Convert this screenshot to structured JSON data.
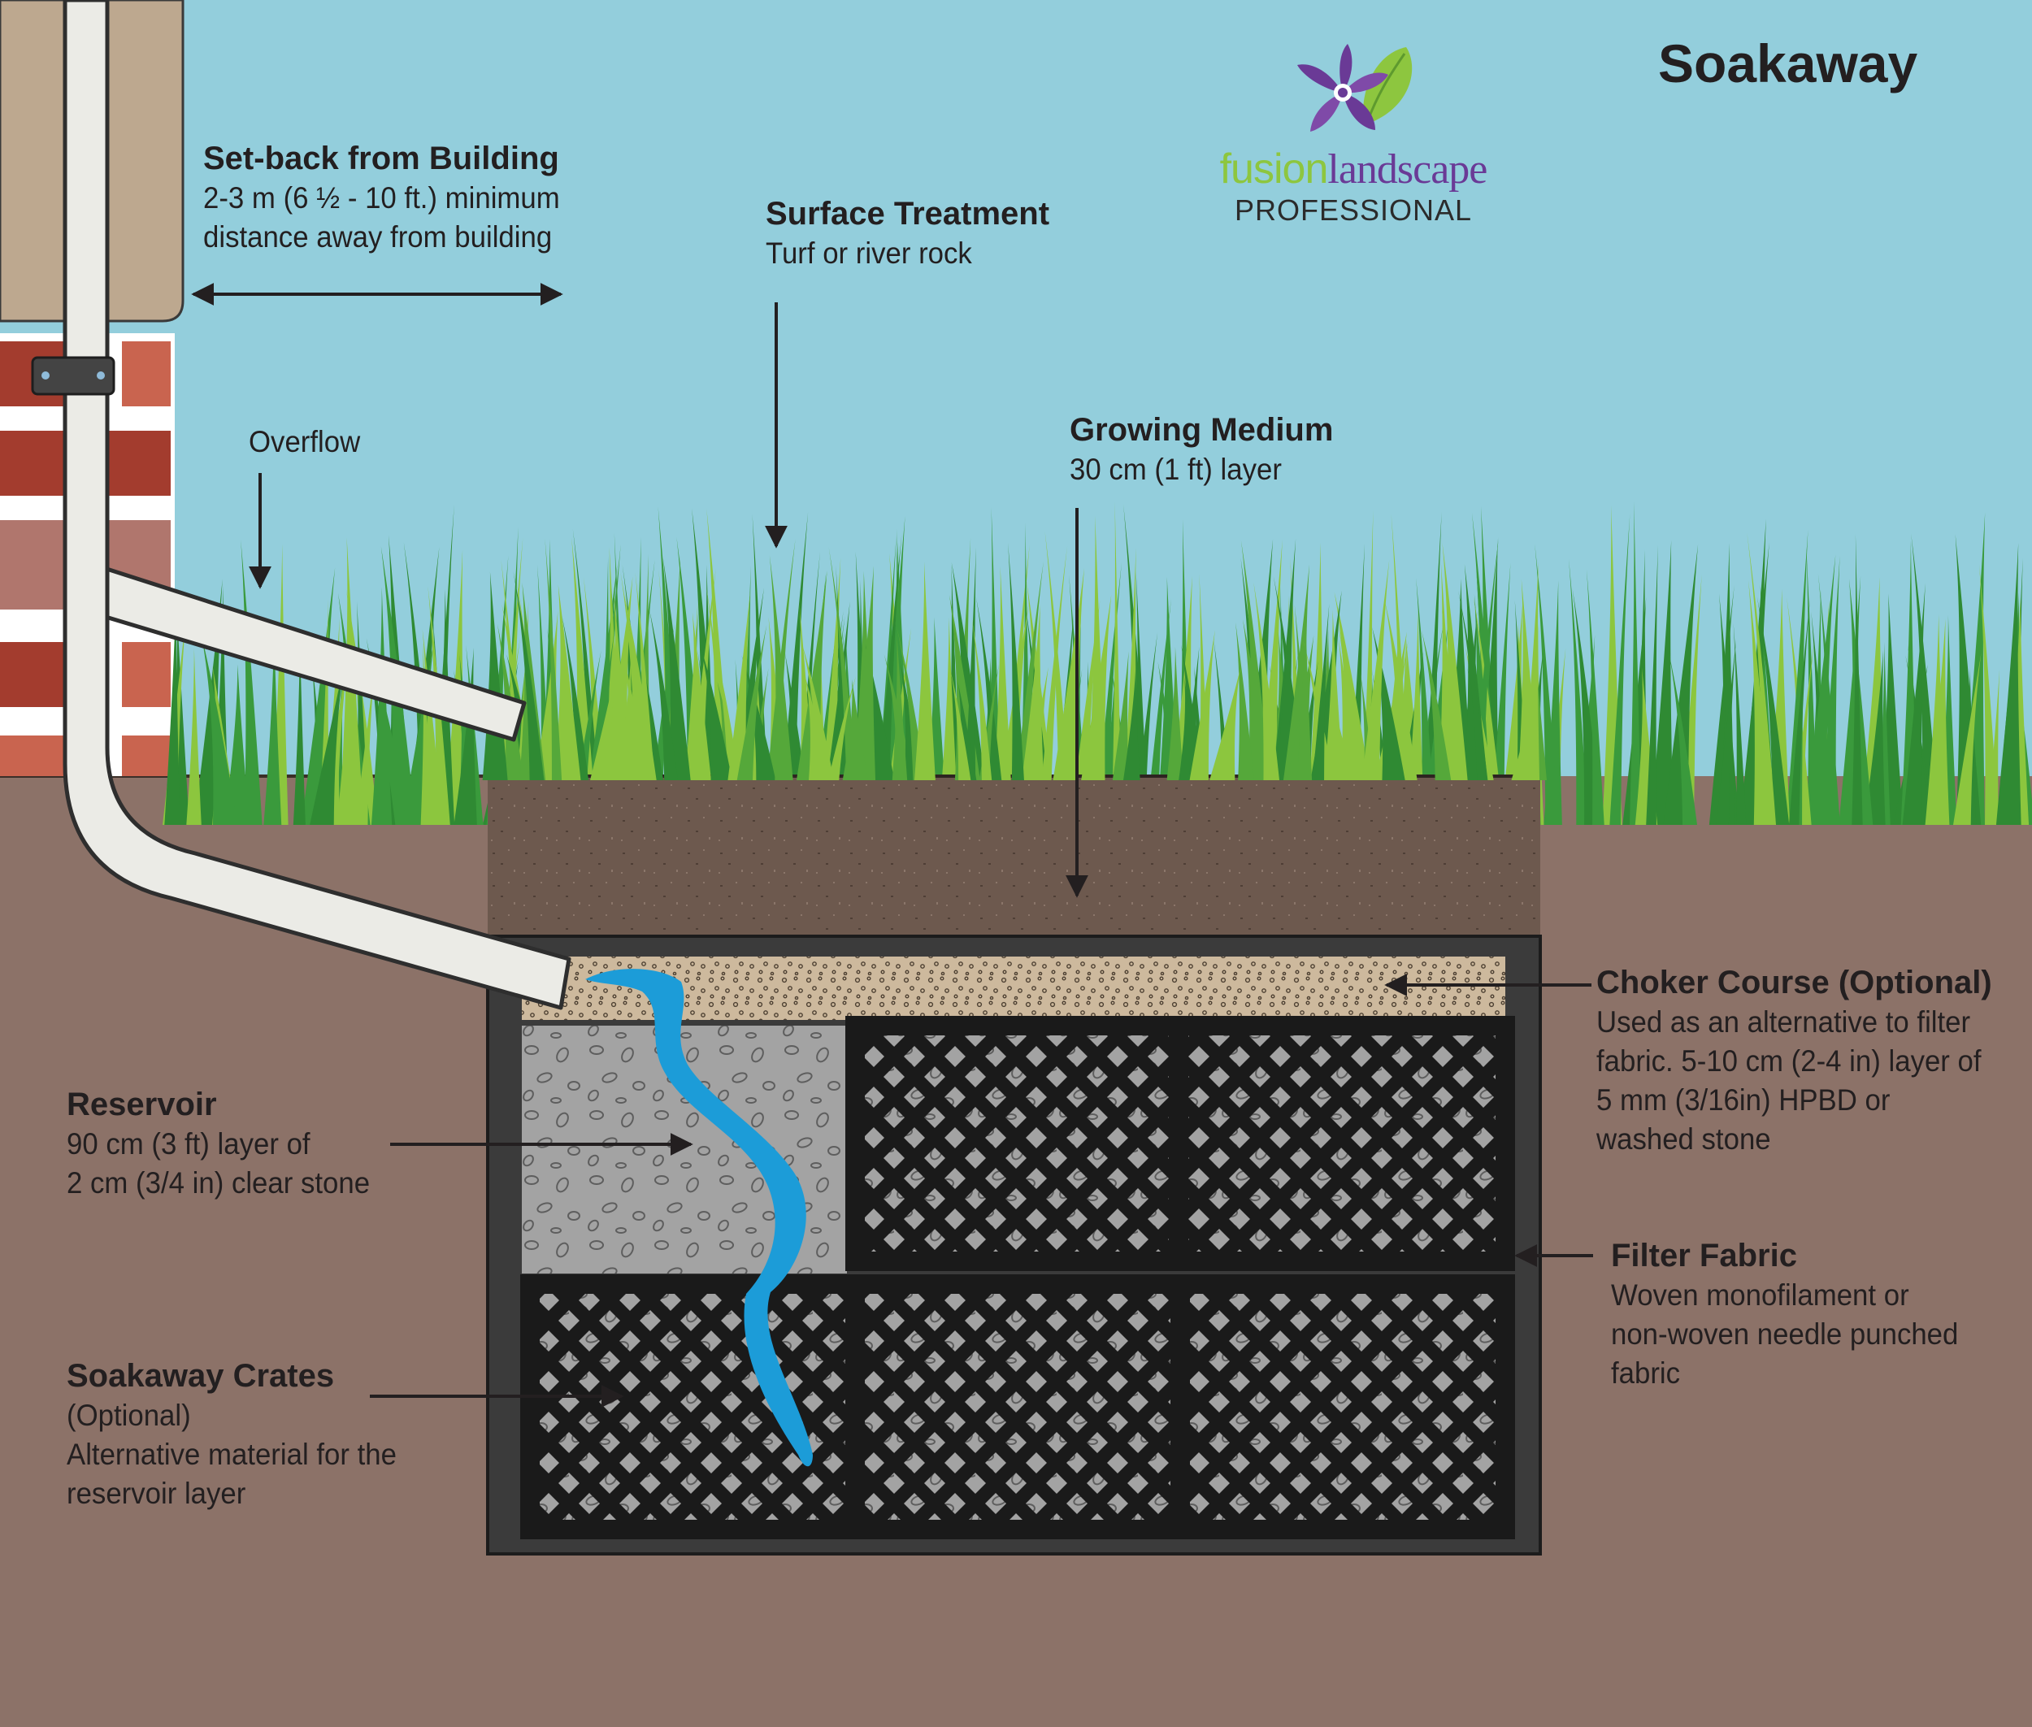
{
  "title": "Soakaway",
  "logo": {
    "name_part1": "fusion",
    "name_part2": "landscape",
    "sub": "PROFESSIONAL",
    "icon": "purple-flower-green-leaf-icon"
  },
  "labels": {
    "setback": {
      "heading": "Set-back from Building",
      "body": "2-3 m (6 ½ - 10 ft.) minimum\ndistance away from building"
    },
    "surface": {
      "heading": "Surface Treatment",
      "body": "Turf or river rock"
    },
    "overflow": {
      "heading": "",
      "body": "Overflow"
    },
    "growing": {
      "heading": "Growing Medium",
      "body": "30 cm (1 ft) layer"
    },
    "choker": {
      "heading": "Choker Course (Optional)",
      "body": "Used as an alternative to filter\nfabric. 5-10 cm (2-4 in) layer of\n5 mm (3/16in) HPBD or\nwashed stone"
    },
    "reservoir": {
      "heading": "Reservoir",
      "body": "90 cm (3 ft) layer of\n2 cm (3/4 in) clear stone"
    },
    "filter": {
      "heading": "Filter Fabric",
      "body": "Woven monofilament or\nnon-woven needle punched\nfabric"
    },
    "crates": {
      "heading": "Soakaway Crates",
      "body": "(Optional)\nAlternative material for the\nreservoir layer"
    }
  },
  "colors": {
    "sky": "#93cedc",
    "soil": "#8c7268",
    "growing_medium": "#6d594e",
    "brick_dark": "#a33c2e",
    "brick_light": "#c9644f",
    "wall": "#bda88f",
    "pipe": "#ebebe6",
    "choker": "#cdb99d",
    "stone": "#a3a3a3",
    "crate": "#1a1a1a",
    "water": "#1c9cd8",
    "grass_dark": "#2f8a33",
    "grass_light": "#8cc63e"
  }
}
